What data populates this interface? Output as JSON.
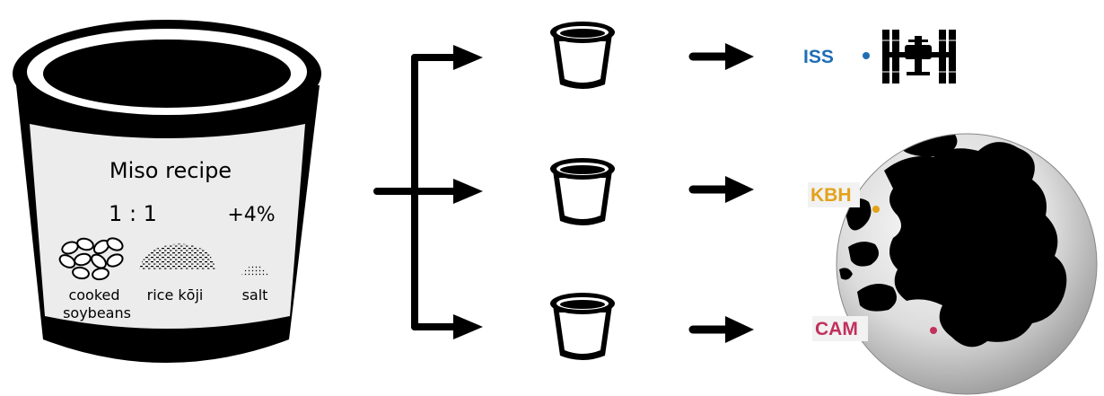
{
  "recipe": {
    "title": "Miso recipe",
    "ratio": "1 : 1",
    "salt_pct": "+4%",
    "ingredients": [
      "cooked",
      "soybeans",
      "rice kōji",
      "salt"
    ]
  },
  "locations": {
    "iss": "ISS",
    "kbh": "KBH",
    "cam": "CAM"
  },
  "colors": {
    "iss": "#1f6eb5",
    "kbh": "#e3a21a",
    "cam": "#c2305c",
    "ink": "#000000",
    "label_bg": "#ececec"
  },
  "icons": {
    "pot": "miso-pot-icon",
    "small_pot": "small-pot-icon",
    "station": "space-station-icon",
    "globe": "earth-globe-icon"
  }
}
